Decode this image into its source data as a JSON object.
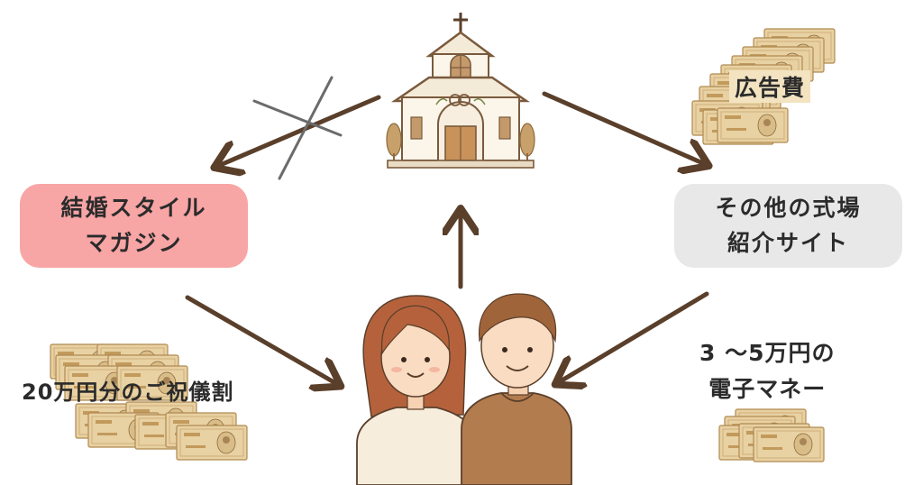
{
  "colors": {
    "arrow": "#5a3f2b",
    "left_box": "#f8a5a5",
    "right_box": "#e8e8e8",
    "bill": "#e6cfa0",
    "bill_border": "#b08a52"
  },
  "nodes": {
    "left_box": {
      "line1": "結婚スタイル",
      "line2": "マガジン"
    },
    "right_box": {
      "line1": "その他の式場",
      "line2": "紹介サイト"
    }
  },
  "labels": {
    "ad_fee": "広告費",
    "gift_discount": "20万円分のご祝儀割",
    "e_money_line1": "3 ～5万円の",
    "e_money_line2": "電子マネー"
  },
  "icons": [
    "chapel-icon",
    "couple-icon",
    "banknote-stack-icon",
    "cross-mark-icon"
  ]
}
